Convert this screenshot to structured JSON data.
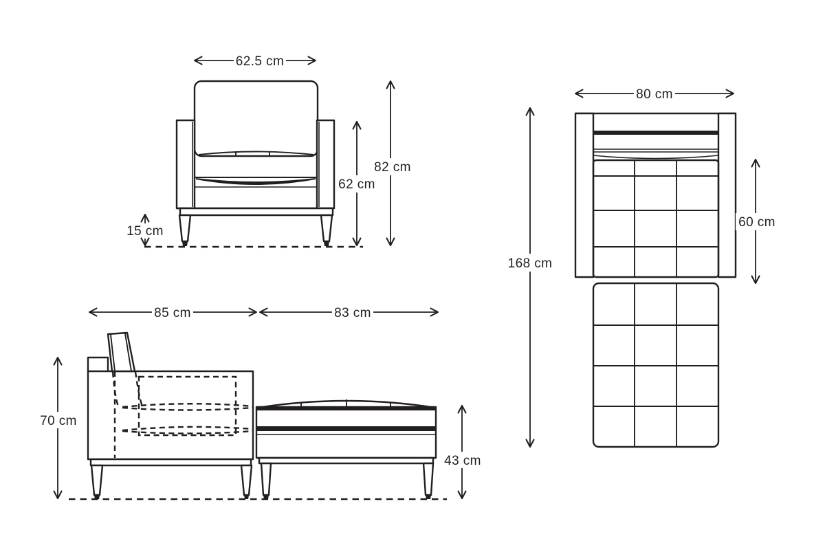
{
  "diagram": {
    "description": "Armchair sofa-bed dimension drawing with three orthographic views",
    "background_color": "#ffffff",
    "line_color": "#231f20",
    "views": {
      "front": {
        "name": "armchair front view",
        "width": "62.5 cm",
        "overall_height": "82 cm",
        "backrest_height": "62 cm",
        "leg_height": "15 cm"
      },
      "side": {
        "name": "armchair with ottoman side view",
        "chair_depth": "85 cm",
        "ottoman_depth": "83 cm",
        "overall_height": "70 cm",
        "ottoman_height": "43 cm"
      },
      "top": {
        "name": "unfolded bed top view",
        "width": "80 cm",
        "bed_length": "168 cm",
        "seat_depth": "60 cm"
      }
    }
  }
}
